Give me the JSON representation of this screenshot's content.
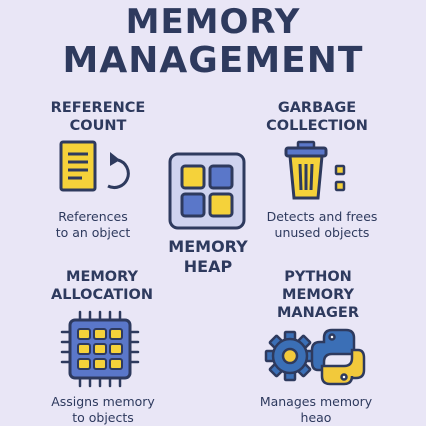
{
  "title": {
    "line1": "MEMORY",
    "line2": "MANAGEMENT"
  },
  "sections": {
    "reference_count": {
      "heading_line1": "REFERENCE",
      "heading_line2": "COUNT",
      "desc_line1": "References",
      "desc_line2": "to an object",
      "icon": "document-refresh-icon"
    },
    "garbage_collection": {
      "heading_line1": "GARBAGE",
      "heading_line2": "COLLECTION",
      "desc_line1": "Detects and frees",
      "desc_line2": "unused objects",
      "icon": "trash-can-icon"
    },
    "memory_heap": {
      "label_line1": "MEMORY",
      "label_line2": "HEAP",
      "icon": "memory-blocks-icon"
    },
    "memory_allocation": {
      "heading_line1": "MEMORY",
      "heading_line2": "ALLOCATION",
      "desc_line1": "Assigns memory",
      "desc_line2": "to objects",
      "icon": "chip-icon"
    },
    "python_memory_manager": {
      "heading_line1": "PYTHON",
      "heading_line2": "MEMORY",
      "heading_line3": "MANAGER",
      "desc_line1": "Manages memory",
      "desc_line2": "heao",
      "icon": "gear-python-icon"
    }
  },
  "colors": {
    "background": "#e9e6f6",
    "ink": "#2e3a5e",
    "yellow": "#f5d23a",
    "blue": "#5a77c9",
    "python_blue": "#3b6fb6",
    "python_yellow": "#f2c93b"
  }
}
